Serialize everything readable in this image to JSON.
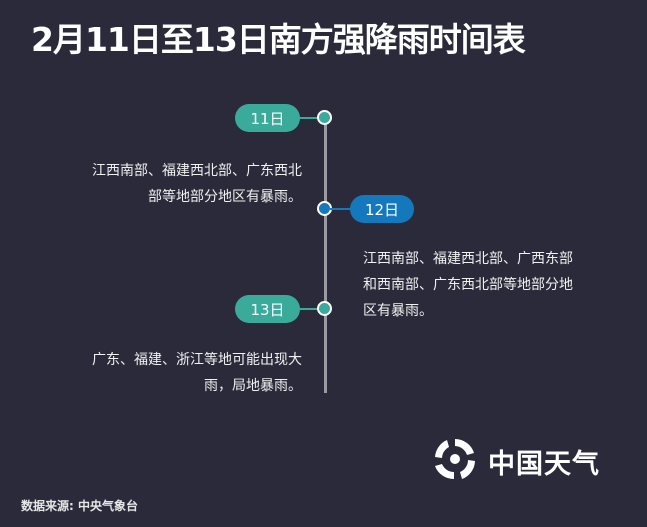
{
  "header": {
    "title": "2月11日至13日南方强降雨时间表"
  },
  "timeline": {
    "events": [
      {
        "date": "11日",
        "color": "#3aab9a",
        "side": "left",
        "lines": [
          "江西南部、福建西北部、广东西北",
          "部等地部分地区有暴雨。"
        ]
      },
      {
        "date": "12日",
        "color": "#1478bd",
        "side": "right",
        "lines": [
          "江西南部、福建西北部、广西东部",
          "和西南部、广东西北部等地部分地",
          "区有暴雨。"
        ]
      },
      {
        "date": "13日",
        "color": "#3aab9a",
        "side": "left",
        "lines": [
          "广东、福建、浙江等地可能出现大",
          "雨，局地暴雨。"
        ]
      }
    ]
  },
  "brand": {
    "name": "中国天气",
    "icon": "swirl-logo-icon"
  },
  "footer": {
    "source": "数据来源: 中央气象台"
  },
  "colors": {
    "background": "#2b2a3a",
    "teal": "#3aab9a",
    "blue": "#1478bd",
    "line": "#9a9aa2"
  }
}
